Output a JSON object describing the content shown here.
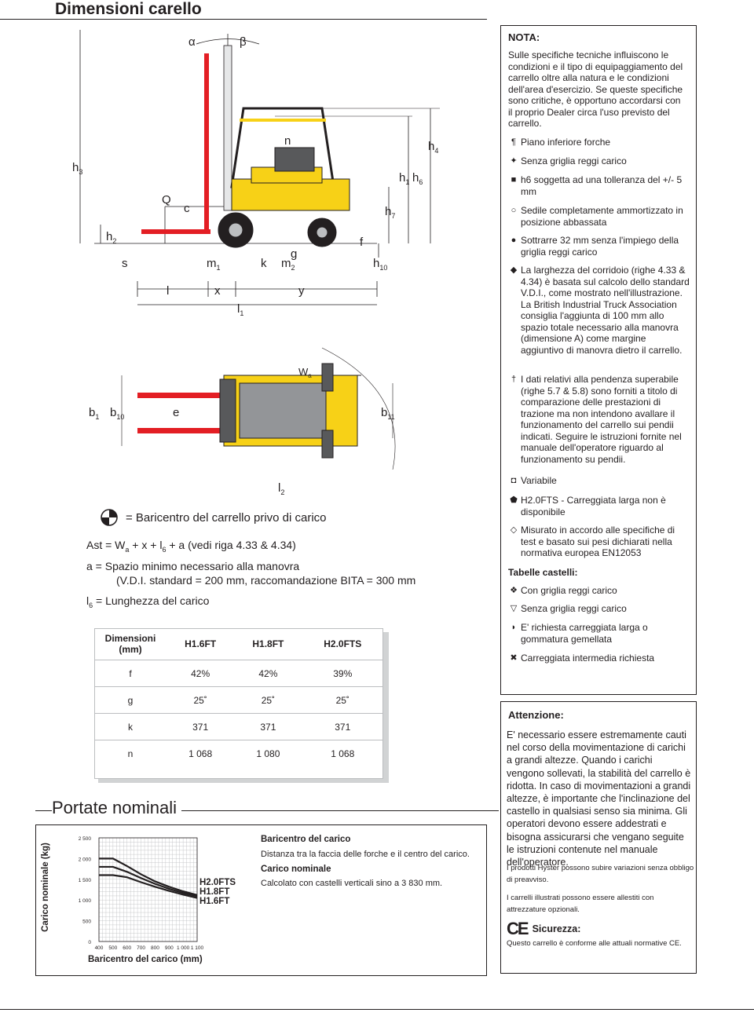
{
  "header": {
    "title": "Dimensioni carello"
  },
  "dims": {
    "alpha": "α",
    "beta": "β",
    "h3": "h",
    "h3_sub": "3",
    "h4": "h",
    "h4_sub": "4",
    "h1": "h",
    "h1_sub": "1",
    "h6": "h",
    "h6_sub": "6",
    "h7": "h",
    "h7_sub": "7",
    "h2": "h",
    "h2_sub": "2",
    "h10": "h",
    "h10_sub": "10",
    "n": "n",
    "Q": "Q",
    "c": "c",
    "s": "s",
    "f": "f",
    "g": "g",
    "k": "k",
    "m1": "m",
    "m1_sub": "1",
    "m2": "m",
    "m2_sub": "2",
    "l": "l",
    "x": "x",
    "y": "y",
    "l1": "l",
    "l1_sub": "1",
    "b1": "b",
    "b1_sub": "1",
    "b10": "b",
    "b10_sub": "10",
    "e": "e",
    "b11": "b",
    "b11_sub": "11",
    "wa": "W",
    "wa_sub": "a",
    "l2": "l",
    "l2_sub": "2"
  },
  "cog_legend": "= Baricentro del carrello privo di carico",
  "formulas": {
    "ast_a": "Ast = W",
    "ast_a_sub": "a",
    "ast_b": " + x + l",
    "ast_b_sub": "6",
    "ast_c": " + a (vedi riga 4.33 & 4.34)",
    "a_line1": "a = Spazio minimo necessario alla manovra",
    "a_line2": "(V.D.I. standard = 200 mm,  raccomandazione BITA = 300 mm",
    "l6_a": "l",
    "l6_sub": "6",
    "l6_b": " = Lunghezza del carico"
  },
  "spec_table": {
    "header": [
      "Dimensioni (mm)",
      "H1.6FT",
      "H1.8FT",
      "H2.0FTS"
    ],
    "rows": [
      [
        "f",
        "42%",
        "42%",
        "39%"
      ],
      [
        "g",
        "25˚",
        "25˚",
        "25˚"
      ],
      [
        "k",
        "371",
        "371",
        "371"
      ],
      [
        "n",
        "1 068",
        "1 080",
        "1 068"
      ]
    ]
  },
  "note": {
    "title": "NOTA:",
    "intro": "Sulle specifiche tecniche influiscono le condizioni e il tipo di equipaggiamento del carrello oltre alla natura e le condizioni dell'area d'esercizio. Se queste specifiche sono critiche, è opportuno accordarsi con il proprio Dealer circa l'uso previsto del carrello.",
    "items": [
      {
        "sym": "¶",
        "text": "Piano inferiore forche"
      },
      {
        "sym": "✦",
        "text": "Senza griglia reggi carico"
      },
      {
        "sym": "■",
        "text": "h6 soggetta ad una tolleranza del +/- 5 mm"
      },
      {
        "sym": "○",
        "text": "Sedile completamente ammortizzato in posizione abbassata"
      },
      {
        "sym": "●",
        "text": "Sottrarre 32 mm senza l'impiego della griglia reggi carico"
      },
      {
        "sym": "◆",
        "text": "La larghezza del corridoio (righe 4.33 & 4.34) è basata sul calcolo dello standard V.D.I., come mostrato nell'illustrazione. La British Industrial Truck Association consiglia l'aggiunta di 100 mm allo spazio totale necessario alla manovra (dimensione A) come margine aggiuntivo di manovra dietro il carrello."
      },
      {
        "sym": "†",
        "text": "I dati relativi alla pendenza superabile (righe 5.7 & 5.8) sono forniti a titolo di comparazione delle prestazioni di trazione ma non intendono avallare il funzionamento del carrello sui pendii indicati. Seguire le istruzioni fornite nel manuale dell'operatore riguardo al funzionamento su pendii."
      },
      {
        "sym": "◘",
        "text": "Variabile"
      },
      {
        "sym": "⬟",
        "text": "H2.0FTS - Carreggiata larga non è disponibile"
      },
      {
        "sym": "◇",
        "text": "Misurato in accordo alle specifiche di test e basato sui pesi dichiarati nella normativa europea EN12053"
      }
    ],
    "castelli_title": "Tabelle castelli:",
    "castelli_items": [
      {
        "sym": "❖",
        "text": "Con griglia reggi carico"
      },
      {
        "sym": "▽",
        "text": "Senza griglia reggi carico"
      },
      {
        "sym": "◗",
        "text": "E' richiesta carreggiata larga o gommatura gemellata"
      },
      {
        "sym": "✖",
        "text": "Carreggiata intermedia richiesta"
      }
    ]
  },
  "attention": {
    "title": "Attenzione:",
    "text": "E' necessario essere estremamente cauti nel corso della movimentazione di carichi a grandi altezze. Quando i carichi vengono sollevati, la stabilità del carrello è ridotta. In caso di movimentazioni a grandi altezze, è importante che l'inclinazione del castello in qualsiasi senso sia minima. Gli operatori devono essere addestrati e bisogna assicurarsi che vengano seguite le istruzioni contenute nel manuale dell'operatore.",
    "small1": "I prodotti Hyster possono subire variazioni senza obbligo di preavviso.",
    "small2": "I carrelli illustrati possono essere allestiti con attrezzature opzionali.",
    "ce_mark": "CE",
    "safety_title": "Sicurezza:",
    "safety_text": "Questo carrello è conforme alle attuali normative CE."
  },
  "portate": {
    "title": "Portate nominali",
    "ylabel": "Carico nominale (kg)",
    "xlabel": "Baricentro del carico (mm)",
    "legend": [
      "H2.0FTS",
      "H1.8FT",
      "H1.6FT"
    ],
    "cog_title": "Baricentro del carico",
    "cog_text": "Distanza tra la faccia delle forche e il centro del carico.",
    "load_title": "Carico nominale",
    "load_text": "Calcolato con castelli verticali sino a 3 830 mm."
  },
  "chart_data": {
    "type": "line",
    "title": "",
    "xlabel": "Baricentro del carico (mm)",
    "ylabel": "Carico nominale (kg)",
    "x": [
      400,
      500,
      600,
      700,
      800,
      900,
      1000,
      1100
    ],
    "x_tick_labels": [
      "400",
      "500",
      "600",
      "700",
      "800",
      "900",
      "1 000",
      "1 100"
    ],
    "y_tick_labels": [
      "0",
      "500",
      "1 000",
      "1 500",
      "2 000",
      "2 500"
    ],
    "xlim": [
      400,
      1100
    ],
    "ylim": [
      0,
      2500
    ],
    "grid": true,
    "series": [
      {
        "name": "H2.0FTS",
        "values": [
          2000,
          2000,
          1820,
          1620,
          1450,
          1320,
          1210,
          1120
        ]
      },
      {
        "name": "H1.8FT",
        "values": [
          1800,
          1800,
          1680,
          1530,
          1390,
          1270,
          1170,
          1090
        ]
      },
      {
        "name": "H1.6FT",
        "values": [
          1600,
          1600,
          1550,
          1430,
          1320,
          1220,
          1130,
          1050
        ]
      }
    ]
  }
}
